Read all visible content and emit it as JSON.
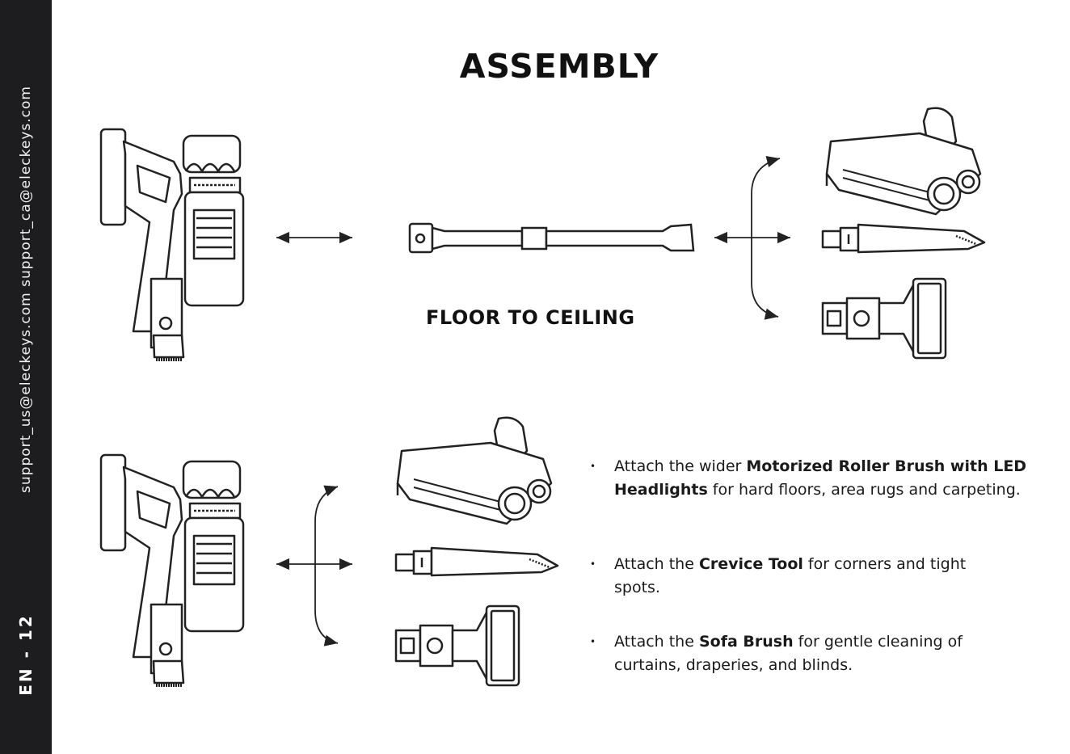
{
  "sidebar": {
    "page_number": "EN - 12",
    "emails": "support_us@eleckeys.com     support_ca@eleckeys.com"
  },
  "title": "ASSEMBLY",
  "subtitle": "FLOOR TO CEILING",
  "instructions": [
    {
      "prefix": "Attach the wider ",
      "bold": "Motorized Roller Brush with LED Headlights",
      "suffix": " for hard floors, area rugs and carpeting."
    },
    {
      "prefix": "Attach the ",
      "bold": "Crevice Tool",
      "suffix": " for corners and tight spots."
    },
    {
      "prefix": "Attach the ",
      "bold": "Sofa Brush",
      "suffix": " for gentle cleaning of curtains, draperies, and blinds."
    }
  ],
  "bullet_char": "•",
  "colors": {
    "sidebar": "#1d1d1f",
    "line": "#222222"
  }
}
